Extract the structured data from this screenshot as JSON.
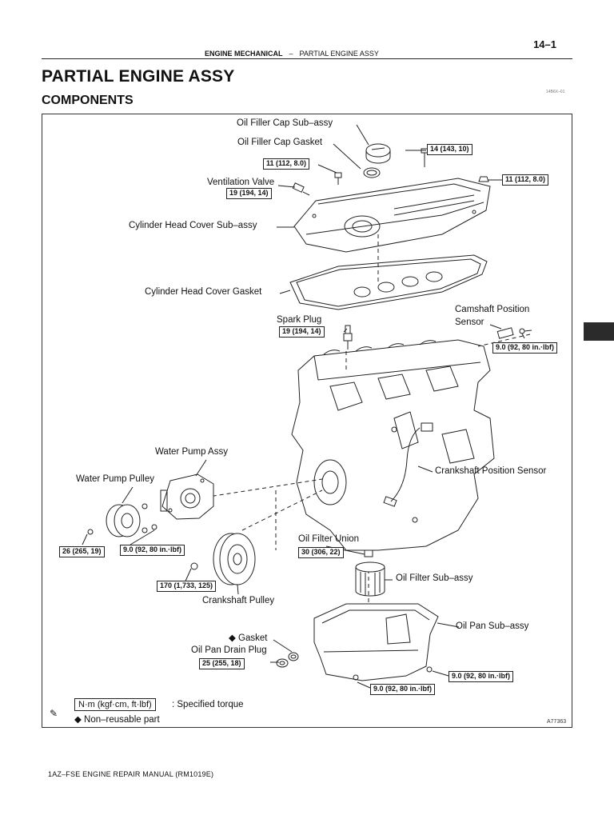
{
  "header": {
    "page_number": "14–1",
    "section": "ENGINE MECHANICAL",
    "separator": "–",
    "subsection": "PARTIAL ENGINE ASSY",
    "doc_code": "14B6X–01"
  },
  "title": "PARTIAL ENGINE ASSY",
  "subtitle": "COMPONENTS",
  "figure": {
    "id": "A77363",
    "labels": {
      "oil_filler_cap": "Oil Filler Cap Sub–assy",
      "oil_filler_cap_gasket": "Oil Filler Cap Gasket",
      "ventilation_valve": "Ventilation Valve",
      "cylinder_head_cover": "Cylinder Head Cover Sub–assy",
      "cylinder_head_cover_gasket": "Cylinder Head Cover Gasket",
      "spark_plug": "Spark Plug",
      "camshaft_position_sensor_1": "Camshaft Position",
      "camshaft_position_sensor_2": "Sensor",
      "water_pump_assy": "Water Pump Assy",
      "water_pump_pulley": "Water Pump Pulley",
      "crankshaft_position_sensor": "Crankshaft Position Sensor",
      "oil_filter_union": "Oil Filter Union",
      "oil_filter": "Oil Filter Sub–assy",
      "crankshaft_pulley": "Crankshaft Pulley",
      "oil_pan": "Oil Pan Sub–assy",
      "gasket": "◆ Gasket",
      "oil_pan_drain_plug": "Oil Pan Drain Plug"
    },
    "torques": {
      "cap_bolt": "11 (112, 8.0)",
      "cover_bolt_top": "14 (143, 10)",
      "cover_nut_right": "11 (112, 8.0)",
      "ventilation_valve": "19 (194, 14)",
      "spark_plug": "19 (194, 14)",
      "cam_sensor": "9.0 (92, 80 in.·lbf)",
      "water_pump_pulley": "26 (265, 19)",
      "water_pump": "9.0 (92, 80 in.·lbf)",
      "oil_filter_union": "30 (306, 22)",
      "crankshaft_pulley": "170 (1,733, 125)",
      "drain_plug": "25 (255, 18)",
      "oil_pan_bolt": "9.0 (92, 80 in.·lbf)",
      "oil_pan_nut": "9.0 (92, 80 in.·lbf)"
    },
    "legend": {
      "torque_unit": "N·m (kgf·cm, ft·lbf)",
      "torque_desc": ": Specified torque",
      "nonreusable": "◆ Non–reusable part"
    }
  },
  "footer": "1AZ–FSE ENGINE REPAIR MANUAL   (RM1019E)"
}
